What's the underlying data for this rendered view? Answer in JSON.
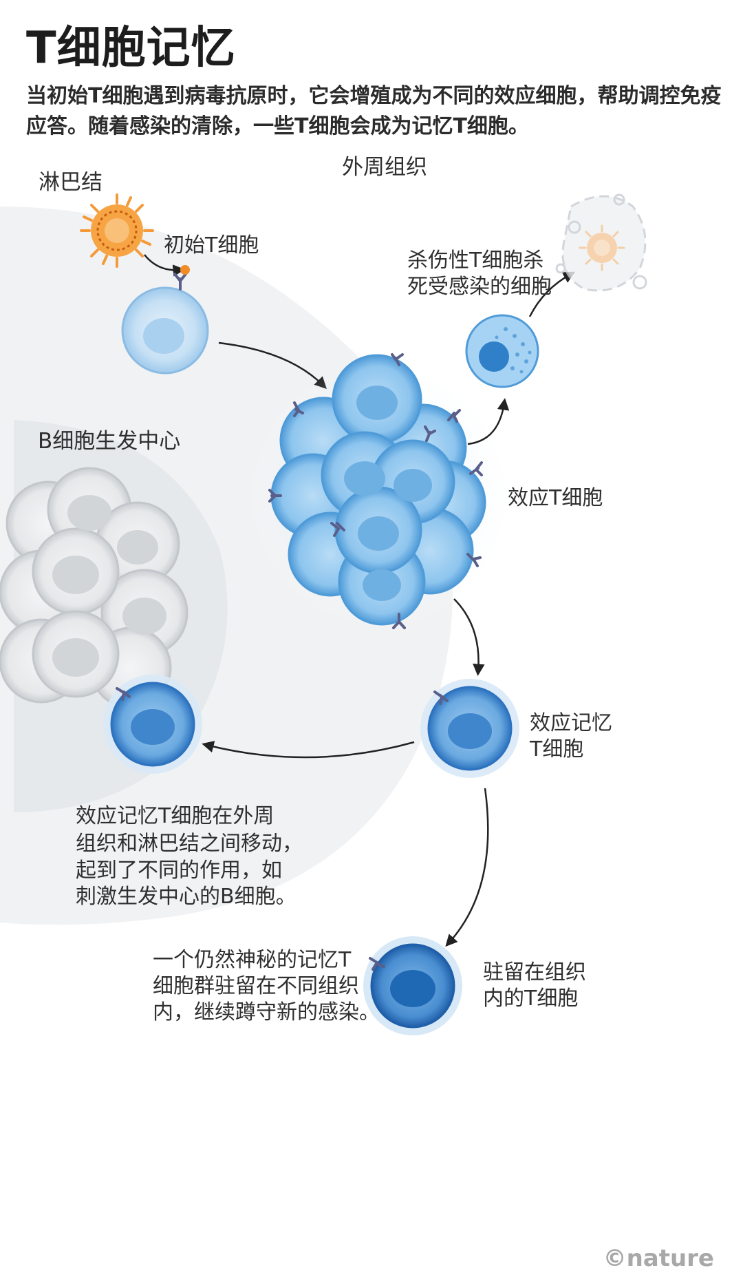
{
  "title": "T细胞记忆",
  "subtitle": "当初始T细胞遇到病毒抗原时，它会增殖成为不同的效应细胞，帮助调控免疫应答。随着感染的清除，一些T细胞会成为记忆T细胞。",
  "regions": {
    "lymph_node": "淋巴结",
    "peripheral_tissue": "外周组织",
    "b_cell_germinal_center": "B细胞生发中心"
  },
  "labels": {
    "naive_t_cell": "初始T细胞",
    "cytotoxic_line1": "杀伤性T细胞杀",
    "cytotoxic_line2": "死受感染的细胞",
    "effector_t_cell": "效应T细胞",
    "effector_memory_line1": "效应记忆",
    "effector_memory_line2": "T细胞",
    "migration_line1": "效应记忆T细胞在外周",
    "migration_line2": "组织和淋巴结之间移动，",
    "migration_line3": "起到了不同的作用，如",
    "migration_line4": "刺激生发中心的B细胞。",
    "mystery_line1": "一个仍然神秘的记忆T",
    "mystery_line2": "细胞群驻留在不同组织",
    "mystery_line3": "内，继续蹲守新的感染。",
    "resident_line1": "驻留在组织",
    "resident_line2": "内的T细胞"
  },
  "copyright": "©nature",
  "colors": {
    "light_cell": "#c9e2f5",
    "effector_cell": "#8cc4ec",
    "memory_cell": "#5b9fd8",
    "resident_cell": "#3d85c8",
    "virus": "#f28c28",
    "receptor": "#5a5f8a",
    "arrow": "#222222"
  }
}
